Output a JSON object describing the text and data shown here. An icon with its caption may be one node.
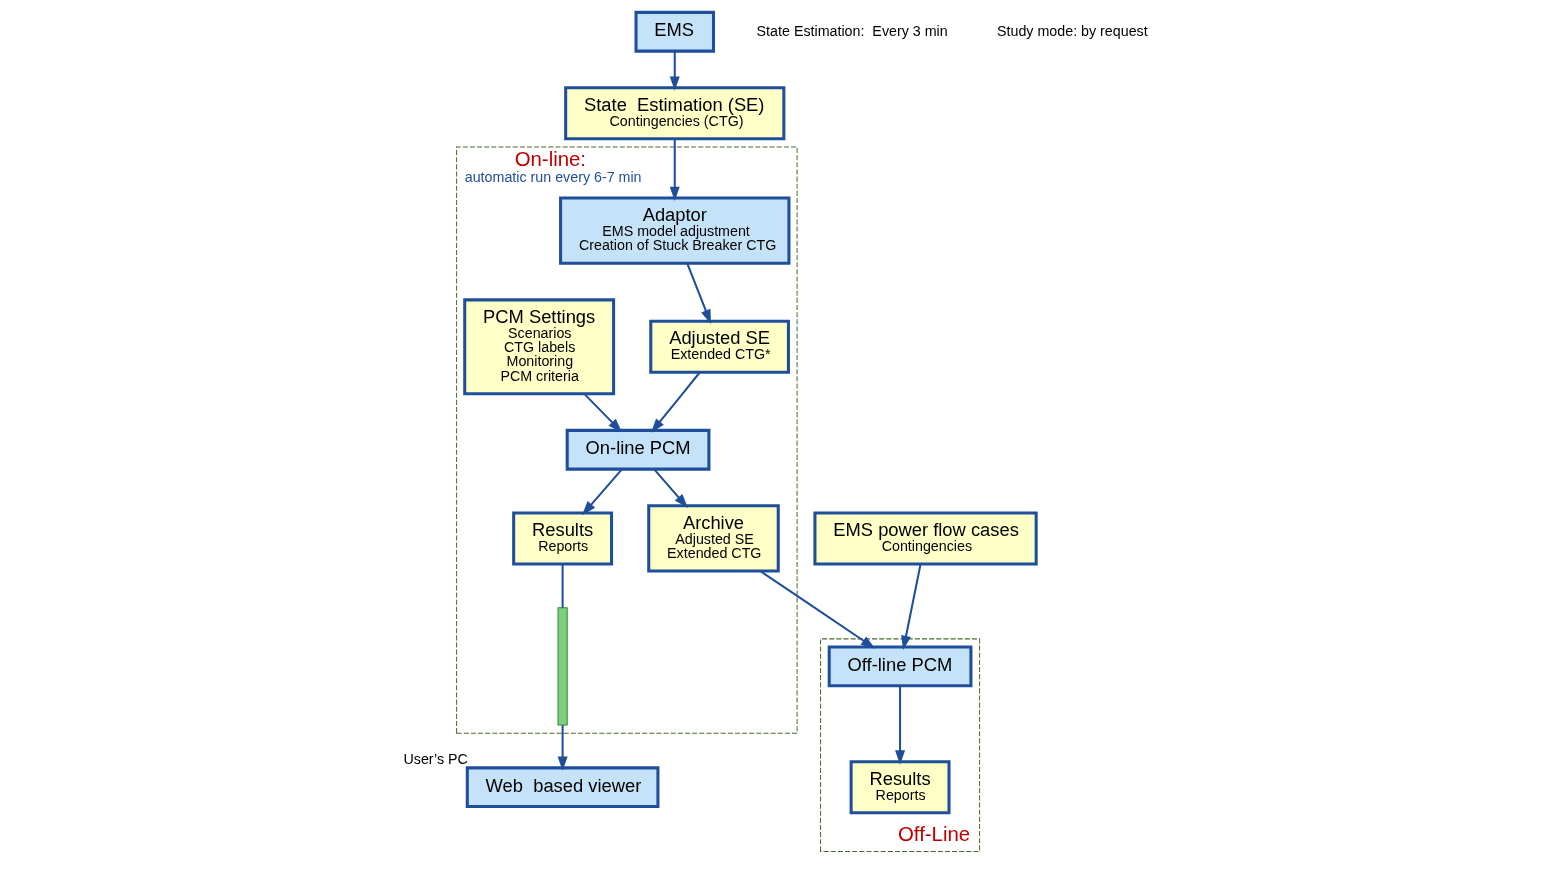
{
  "diagram": {
    "nodes": [
      {
        "text": [
          "EMS"
        ]
      },
      {
        "text": [
          "State  Estimation (SE)",
          "Contingencies (CTG)"
        ]
      },
      {
        "text": [
          "On-line:",
          "automatic run every 6-7 min"
        ]
      },
      {
        "text": [
          "Adaptor",
          "EMS model adjustment",
          "Creation of Stuck Breaker CTG"
        ],
        "in": 2
      },
      {
        "text": [
          "Adjusted SE",
          "Extended CTG*"
        ],
        "in": 2
      },
      {
        "text": [
          "PCM Settings",
          "Scenarios",
          "CTG labels",
          "Monitoring",
          "PCM criteria"
        ],
        "in": 2
      },
      {
        "text": [
          "On-line PCM"
        ],
        "in": 2
      },
      {
        "text": [
          "Results",
          "Reports"
        ],
        "in": 2
      },
      {
        "text": [
          "Archive",
          "Adjusted SE",
          "Extended CTG"
        ],
        "in": 2
      },
      {
        "text": [],
        "shape": "bar",
        "in": 2
      },
      {
        "text": [
          "Web  based viewer"
        ],
        "beside": [
          "User’s PC"
        ]
      },
      {
        "text": [
          "EMS power flow cases",
          "Contingencies"
        ]
      },
      {
        "text": [
          "Off-Line"
        ]
      },
      {
        "text": [
          "Off-line PCM"
        ],
        "in": 12
      },
      {
        "text": [
          "Results",
          "Reports"
        ],
        "in": 12
      }
    ],
    "edges": [
      {
        "from": 0,
        "to": 1,
        "arrow": "to"
      },
      {
        "from": 1,
        "to": 3,
        "arrow": "to"
      },
      {
        "from": 3,
        "to": 4,
        "arrow": "to"
      },
      {
        "from": 4,
        "to": 6,
        "arrow": "to"
      },
      {
        "from": 5,
        "to": 6,
        "arrow": "to"
      },
      {
        "from": 6,
        "to": 7,
        "arrow": "to"
      },
      {
        "from": 6,
        "to": 8,
        "arrow": "to"
      },
      {
        "from": 7,
        "to": 9,
        "arrow": "none"
      },
      {
        "from": 9,
        "to": 10,
        "arrow": "to"
      },
      {
        "from": 8,
        "to": 13,
        "arrow": "to"
      },
      {
        "from": 11,
        "to": 13,
        "arrow": "to"
      },
      {
        "from": 13,
        "to": 14,
        "arrow": "to"
      }
    ],
    "labels": [
      "State Estimation:  Every 3 min",
      "Study mode: by request"
    ]
  }
}
